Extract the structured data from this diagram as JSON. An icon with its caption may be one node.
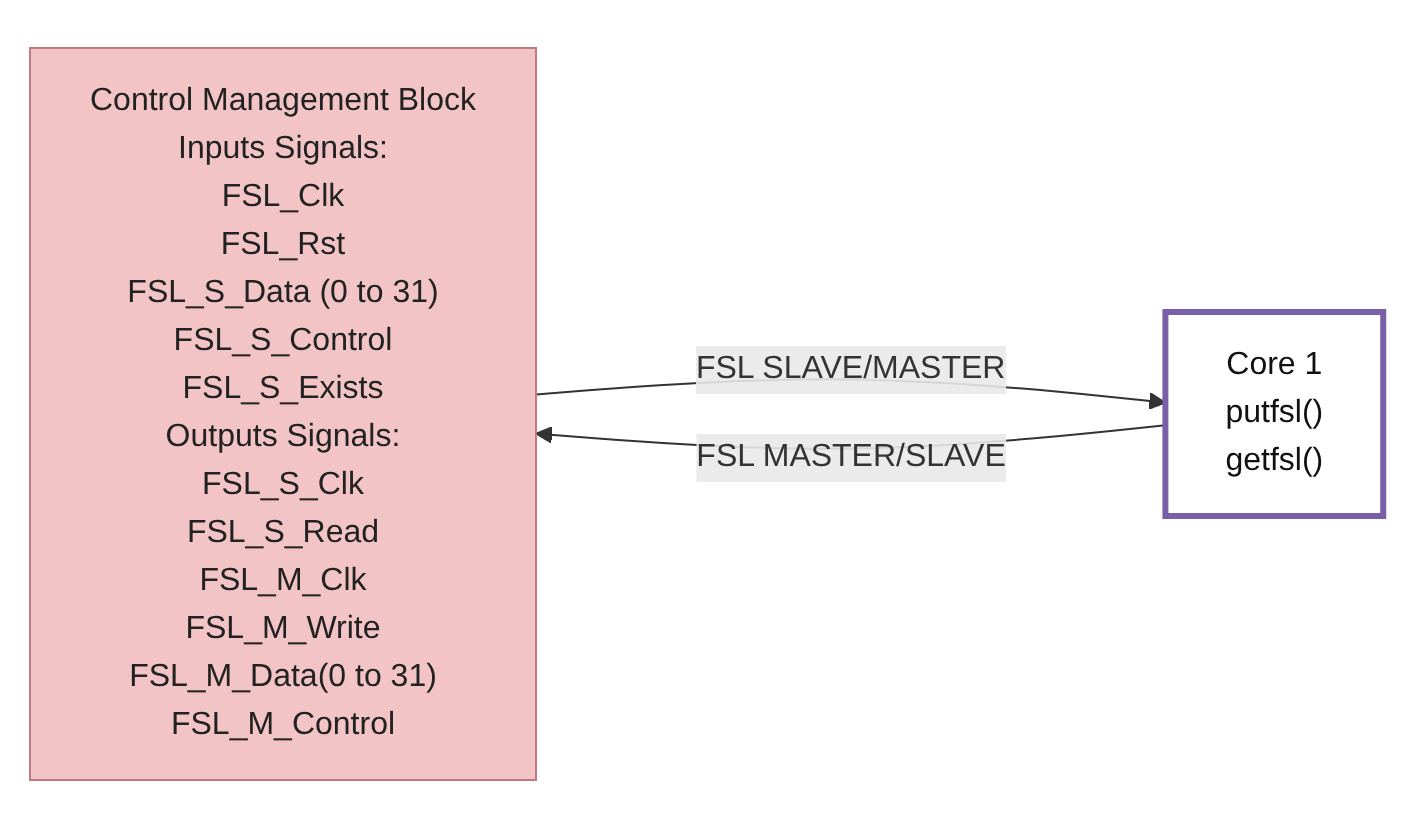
{
  "diagram": {
    "nodes": [
      {
        "text": [
          "Control Management Block",
          "Inputs Signals:",
          "FSL_Clk",
          "FSL_Rst",
          "FSL_S_Data (0 to 31)",
          "FSL_S_Control",
          "FSL_S_Exists",
          "Outputs Signals:",
          "FSL_S_Clk",
          "FSL_S_Read",
          "FSL_M_Clk",
          "FSL_M_Write",
          "FSL_M_Data(0 to 31)",
          "FSL_M_Control"
        ]
      },
      {
        "text": [
          "Core 1",
          "putfsl()",
          "getfsl()"
        ]
      }
    ],
    "edges": [
      {
        "from": 1,
        "to": 0,
        "arrow": "to",
        "label": "FSL MASTER/SLAVE"
      },
      {
        "from": 0,
        "to": 1,
        "arrow": "to",
        "label": "FSL SLAVE/MASTER"
      }
    ]
  }
}
